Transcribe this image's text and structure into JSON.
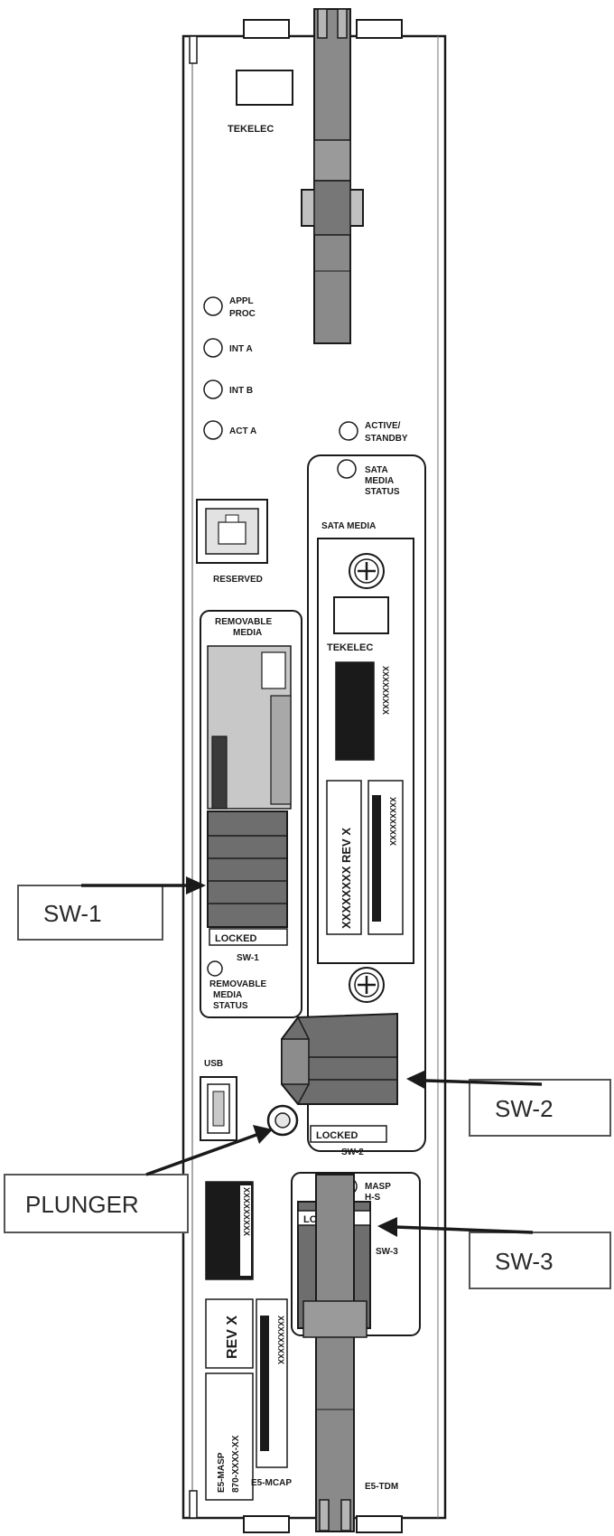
{
  "board": {
    "brand_top": "TEKELEC",
    "brand_sata": "TEKELEC",
    "leds": {
      "appl_proc_line1": "APPL",
      "appl_proc_line2": "PROC",
      "int_a": "INT A",
      "int_b": "INT B",
      "act_a": "ACT A",
      "active_standby_line1": "ACTIVE/",
      "active_standby_line2": "STANDBY",
      "sata_status_line1": "SATA",
      "sata_status_line2": "MEDIA",
      "sata_status_line3": "STATUS",
      "masp_hs_line1": "MASP",
      "masp_hs_line2": "H-S"
    },
    "reserved_label": "RESERVED",
    "sata_media_title": "SATA MEDIA",
    "removable_media_line1": "REMOVABLE",
    "removable_media_line2": "MEDIA",
    "locked_sw1": "LOCKED",
    "sw1_small": "SW-1",
    "removable_status_line1": "REMOVABLE",
    "removable_status_line2": "MEDIA",
    "removable_status_line3": "STATUS",
    "sata_barcode": "XXXXXXXXX",
    "sata_part": "XXXXXXXX REV X",
    "sata_serial": "XXXXXXXXX",
    "locked_sw2": "LOCKED",
    "sw2_small": "SW-2",
    "usb_label": "USB",
    "locked_sw3": "LOCKED",
    "sw3_small": "SW-3",
    "bottom_barcode": "XXXXXXXXX",
    "bottom_rev": "REV X",
    "bottom_serial": "XXXXXXXXX",
    "bottom_masp": "E5-MASP",
    "bottom_masp2": "870-XXXX-XX",
    "e5_mcap": "E5-MCAP",
    "e5_tdm": "E5-TDM"
  },
  "callouts": {
    "sw1": "SW-1",
    "sw2": "SW-2",
    "plunger": "PLUNGER",
    "sw3": "SW-3"
  },
  "colors": {
    "ink": "#1a1a1a",
    "latch_gray": "#8a8a8a",
    "switch_dark": "#6e6e6e",
    "card_light": "#c8c8c8",
    "panel_white": "#ffffff"
  }
}
